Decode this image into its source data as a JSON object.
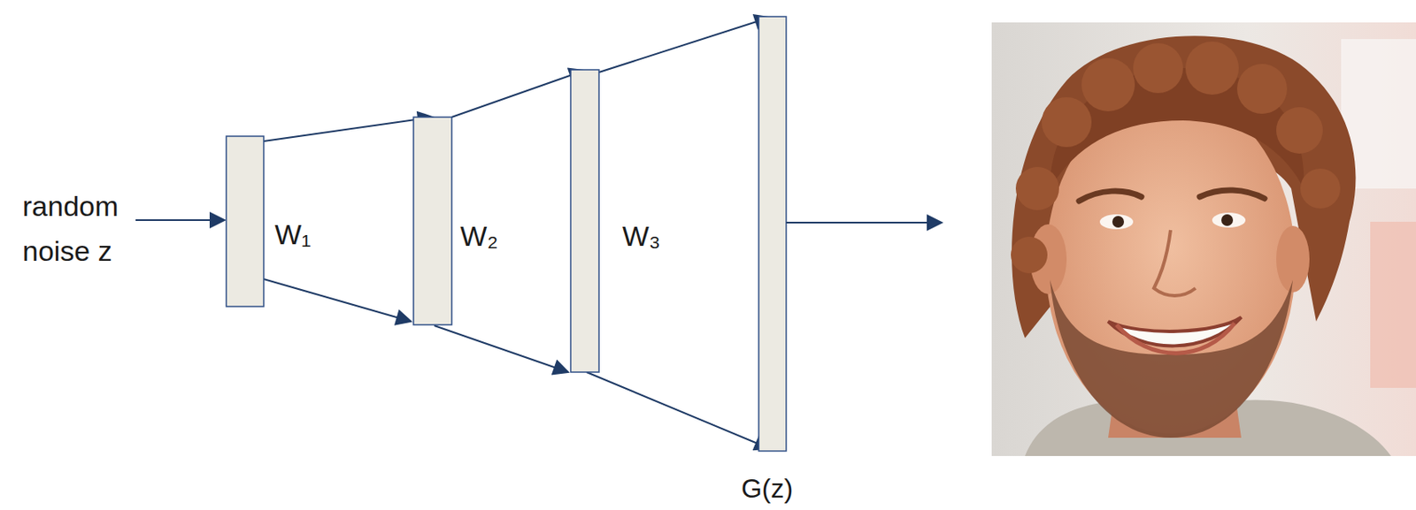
{
  "diagram": {
    "labels": [
      "random noise z",
      "W₁",
      "W₂",
      "W₃",
      "G(z)"
    ]
  }
}
